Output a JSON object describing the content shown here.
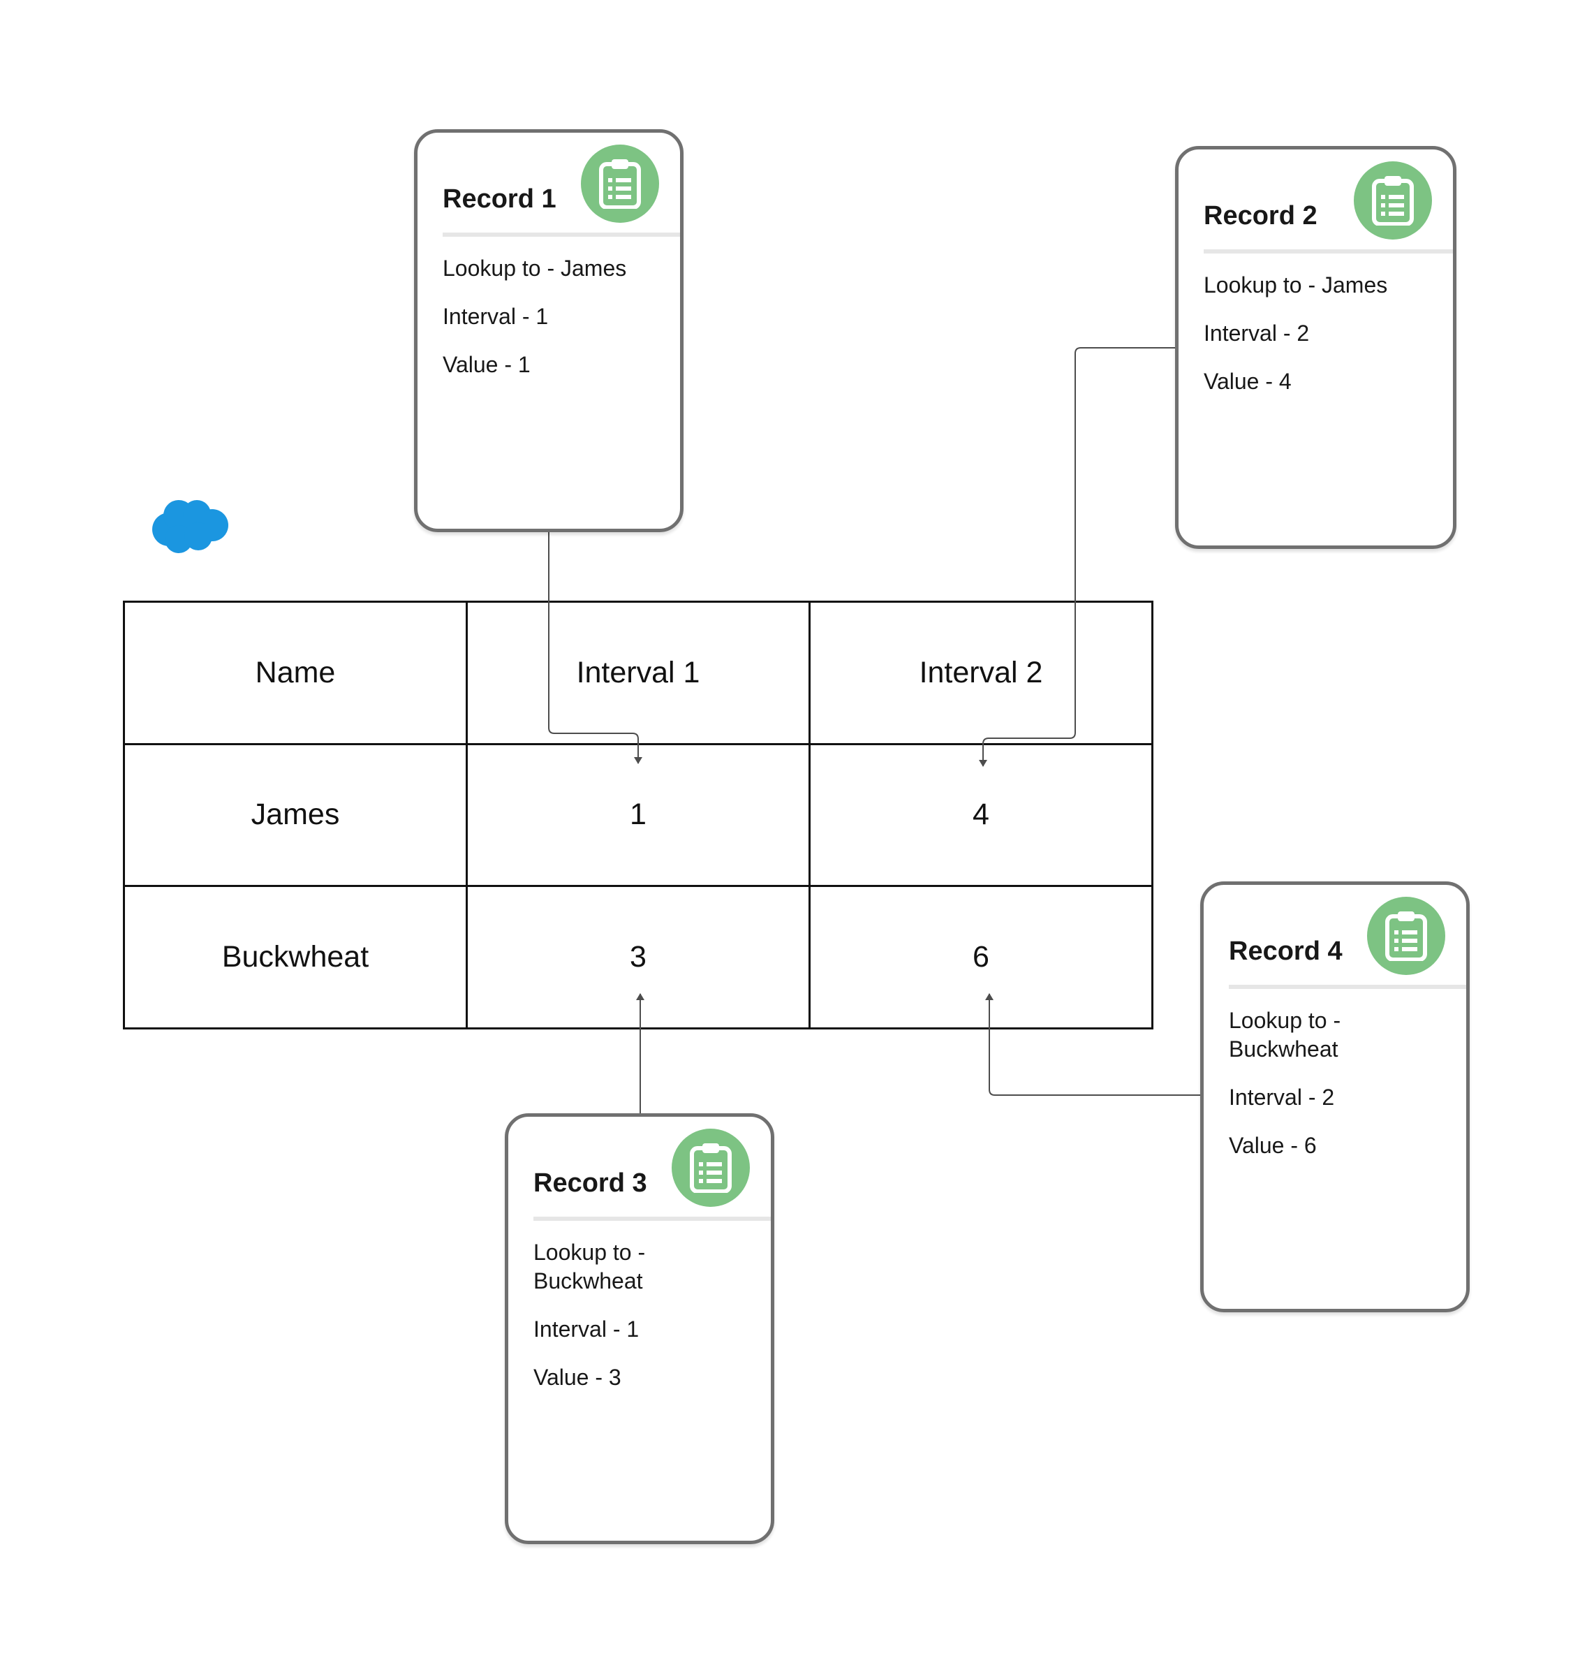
{
  "table": {
    "header": [
      "Name",
      "Interval 1",
      "Interval 2"
    ],
    "rows": [
      [
        "James",
        "1",
        "4"
      ],
      [
        "Buckwheat",
        "3",
        "6"
      ]
    ]
  },
  "records": [
    {
      "title": "Record 1",
      "fields": [
        "Lookup to - James",
        "Interval - 1",
        "Value - 1"
      ]
    },
    {
      "title": "Record 2",
      "fields": [
        "Lookup to - James",
        "Interval - 2",
        "Value - 4"
      ]
    },
    {
      "title": "Record 3",
      "fields": [
        "Lookup to - Buckwheat",
        "Interval - 1",
        "Value - 3"
      ]
    },
    {
      "title": "Record 4",
      "fields": [
        "Lookup to - Buckwheat",
        "Interval - 2",
        "Value - 6"
      ]
    }
  ],
  "icons": {
    "record": "clipboard-list-icon",
    "logo": "cloud-logo-icon"
  },
  "colors": {
    "icon_badge": "#7dc383",
    "logo": "#1b96e0",
    "card_border": "#707070",
    "connector": "#4d4d4d"
  }
}
